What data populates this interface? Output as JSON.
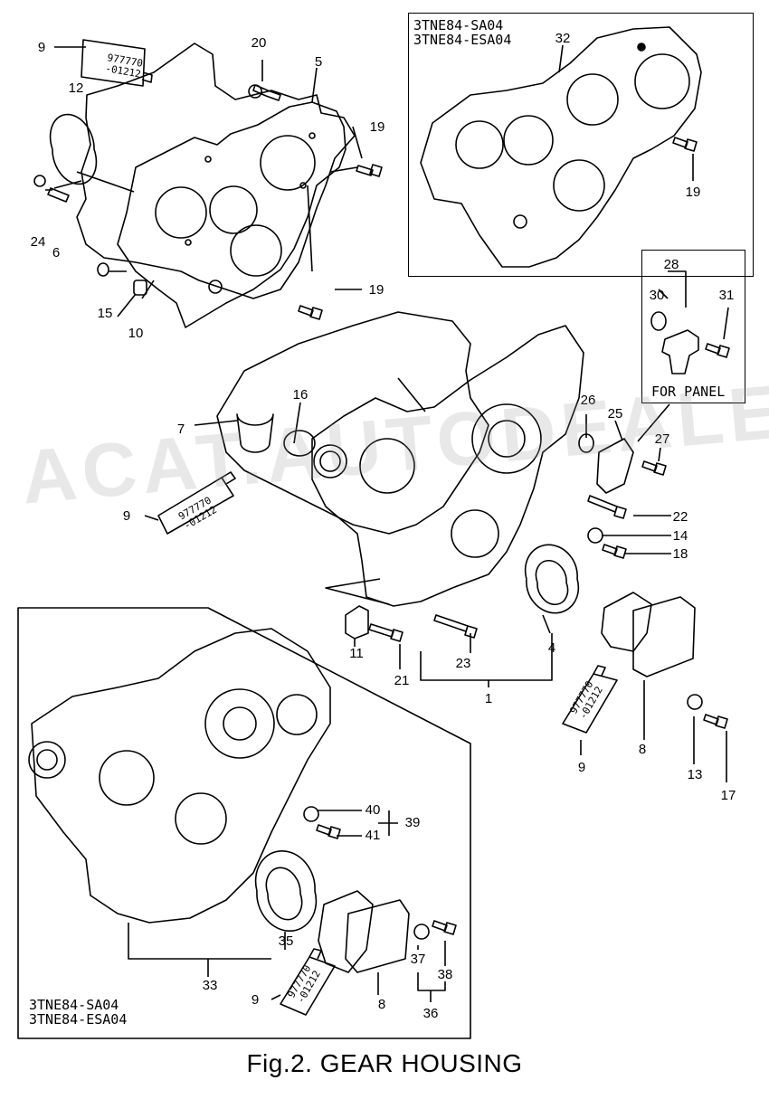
{
  "figure": {
    "caption": "Fig.2.  GEAR HOUSING",
    "watermark": "ACAT.AUTODEALER.RU",
    "panel_label": "FOR PANEL",
    "variant_top": "3TNE84-SA04\n3TNE84-ESA04",
    "variant_bottom": "3TNE84-SA04\n3TNE84-ESA04",
    "sealant_tube_text": [
      "977770",
      "-01212"
    ]
  },
  "callouts": [
    {
      "id": "c9a",
      "label": "9"
    },
    {
      "id": "c12",
      "label": "12"
    },
    {
      "id": "c20",
      "label": "20"
    },
    {
      "id": "c5",
      "label": "5"
    },
    {
      "id": "c19a",
      "label": "19"
    },
    {
      "id": "c24",
      "label": "24"
    },
    {
      "id": "c6",
      "label": "6"
    },
    {
      "id": "c15",
      "label": "15"
    },
    {
      "id": "c10",
      "label": "10"
    },
    {
      "id": "c19b",
      "label": "19"
    },
    {
      "id": "c32",
      "label": "32"
    },
    {
      "id": "c19c",
      "label": "19"
    },
    {
      "id": "c28",
      "label": "28"
    },
    {
      "id": "c30",
      "label": "30"
    },
    {
      "id": "c31",
      "label": "31"
    },
    {
      "id": "c16",
      "label": "16"
    },
    {
      "id": "c7",
      "label": "7"
    },
    {
      "id": "c26",
      "label": "26"
    },
    {
      "id": "c25",
      "label": "25"
    },
    {
      "id": "c27",
      "label": "27"
    },
    {
      "id": "c9b",
      "label": "9"
    },
    {
      "id": "c22",
      "label": "22"
    },
    {
      "id": "c14",
      "label": "14"
    },
    {
      "id": "c18",
      "label": "18"
    },
    {
      "id": "c11",
      "label": "11"
    },
    {
      "id": "c21",
      "label": "21"
    },
    {
      "id": "c23",
      "label": "23"
    },
    {
      "id": "c4",
      "label": "4"
    },
    {
      "id": "c1",
      "label": "1"
    },
    {
      "id": "c8a",
      "label": "8"
    },
    {
      "id": "c9c",
      "label": "9"
    },
    {
      "id": "c13",
      "label": "13"
    },
    {
      "id": "c17",
      "label": "17"
    },
    {
      "id": "c40",
      "label": "40"
    },
    {
      "id": "c41",
      "label": "41"
    },
    {
      "id": "c39",
      "label": "39"
    },
    {
      "id": "c35",
      "label": "35"
    },
    {
      "id": "c33",
      "label": "33"
    },
    {
      "id": "c37",
      "label": "37"
    },
    {
      "id": "c38",
      "label": "38"
    },
    {
      "id": "c36",
      "label": "36"
    },
    {
      "id": "c8b",
      "label": "8"
    },
    {
      "id": "c9d",
      "label": "9"
    }
  ]
}
